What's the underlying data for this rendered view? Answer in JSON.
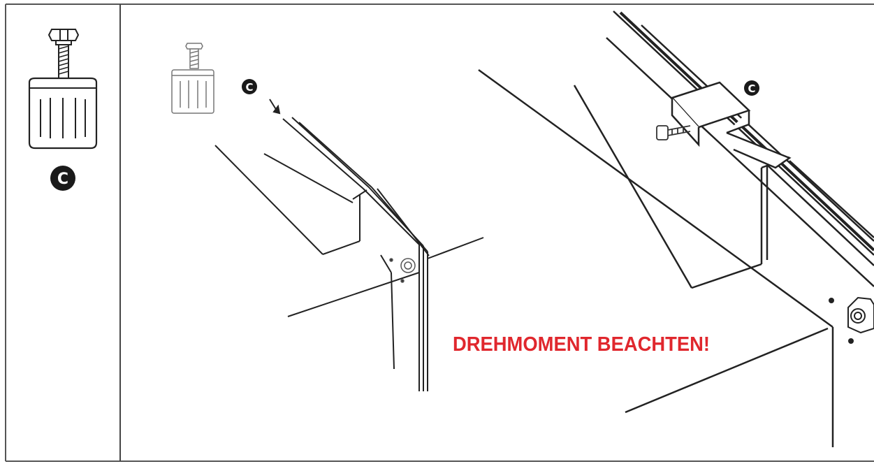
{
  "parts_panel": {
    "part_label": "C"
  },
  "step_left": {
    "callout_label": "C"
  },
  "step_right": {
    "callout_label": "C"
  },
  "warning": {
    "text": "DREHMOMENT BEACHTEN!",
    "color": "#e0272d"
  },
  "colors": {
    "line": "#222222",
    "badge_fill": "#1a1a1a",
    "badge_text": "#ffffff",
    "frame": "#555555"
  },
  "icons": [
    "leveling-foot-screw-icon",
    "nut-icon",
    "bolt-icon"
  ]
}
